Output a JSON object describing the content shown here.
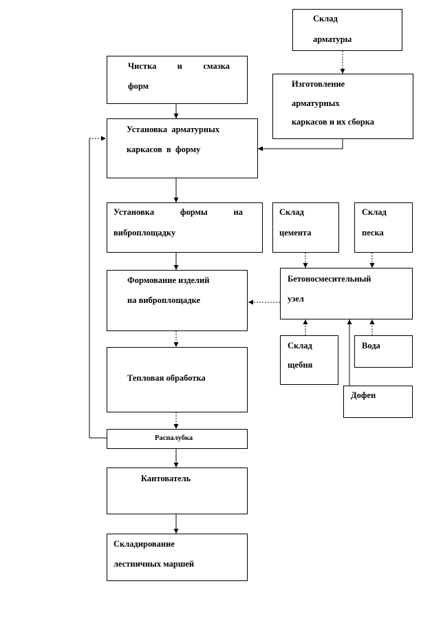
{
  "nodes": {
    "rebar_store": {
      "line1": "Склад",
      "line2": "арматуры"
    },
    "form_cleaning": {
      "w1": "Чистка",
      "w2": "и",
      "w3": "смазка",
      "line2": "форм"
    },
    "cage_fabrication": {
      "line1": "Изготовление",
      "line2": "арматурных",
      "line3": "каркасов и их сборка"
    },
    "cage_install": {
      "line1": "Установка  арматурных",
      "line2": "каркасов  в  форму"
    },
    "form_on_table": {
      "w1": "Установка",
      "w2": "формы",
      "w3": "на",
      "line2": "виброплощадку"
    },
    "cement_store": {
      "line1": "Склад",
      "line2": "цемента"
    },
    "sand_store": {
      "line1": "Склад",
      "line2": "песка"
    },
    "molding": {
      "line1": "Формование изделий",
      "line2": "на виброплощадке"
    },
    "mixing_unit": {
      "line1": "Бетоносмесительный",
      "line2": "узел"
    },
    "gravel_store": {
      "line1": "Склад",
      "line2": "щебня"
    },
    "water": {
      "label": "Вода"
    },
    "heat_treatment": {
      "label": "Тепловая обработка"
    },
    "additive": {
      "label": "Дофен"
    },
    "demolding": {
      "label": "Распалубка"
    },
    "tilter": {
      "label": "Кантователь"
    },
    "storage": {
      "line1": "Складирование",
      "line2": "лестничных маршей"
    }
  }
}
